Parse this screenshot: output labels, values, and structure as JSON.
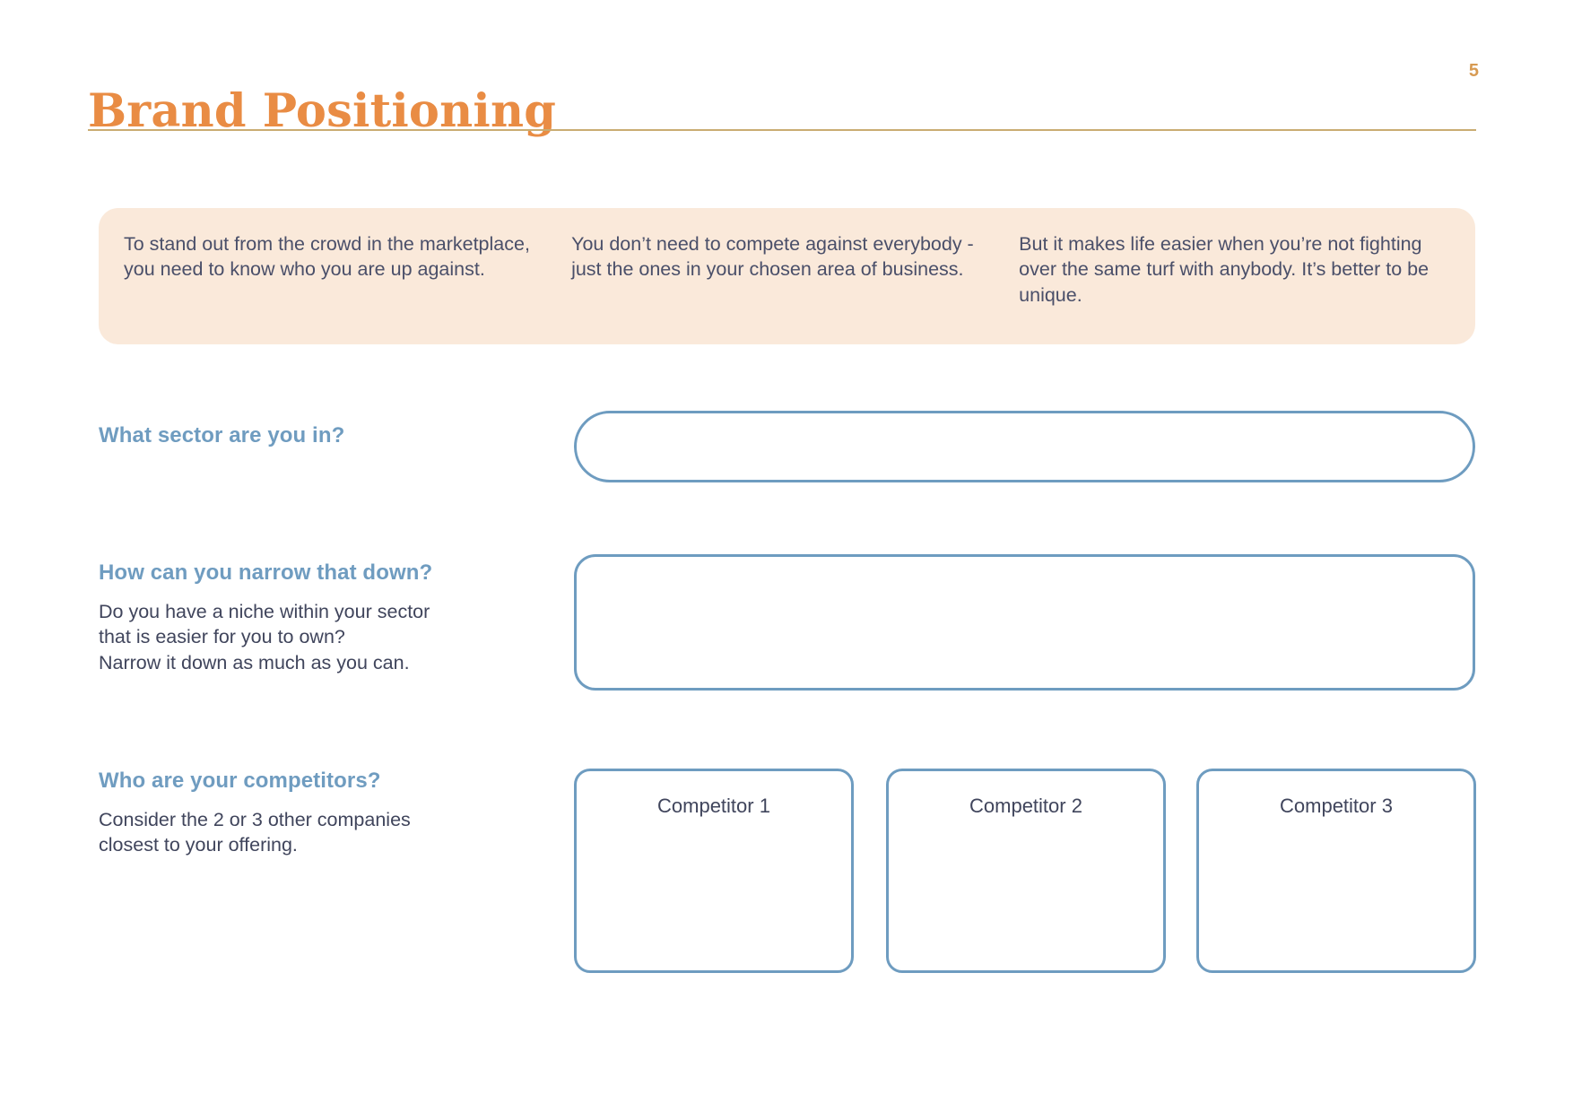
{
  "header": {
    "title": "Brand Positioning",
    "page_number": "5",
    "accent_color": "#e98c44",
    "rule_color": "#c9ac72"
  },
  "intro": {
    "background_color": "#fae9da",
    "text_color": "#4a4f69",
    "columns": [
      "To stand out from the crowd in the marketplace, you need to know who you are up against.",
      "You don’t need to compete against everybody - just the ones in your chosen area of business.",
      "But it makes life easier when you’re not fighting over the same turf with anybody. It’s better to be unique."
    ]
  },
  "questions": [
    {
      "label": "What sector are you in?",
      "hint": "",
      "answer_value": "",
      "answer_placeholder": ""
    },
    {
      "label": "How can you narrow that down?",
      "hint": "Do you have a niche within your sector\nthat is easier for you to own?\nNarrow it down as much as you can.",
      "answer_value": "",
      "answer_placeholder": ""
    },
    {
      "label": "Who are your competitors?",
      "hint": "Consider the 2 or 3 other companies\nclosest to your offering.",
      "answer_value": "",
      "answer_placeholder": ""
    }
  ],
  "competitors": [
    {
      "label": "Competitor 1",
      "value": ""
    },
    {
      "label": "Competitor 2",
      "value": ""
    },
    {
      "label": "Competitor 3",
      "value": ""
    }
  ],
  "theme": {
    "question_label_color": "#6f9cc0",
    "box_border_color": "#6e9cc0",
    "body_text_color": "#40455c",
    "page_background": "#ffffff"
  }
}
